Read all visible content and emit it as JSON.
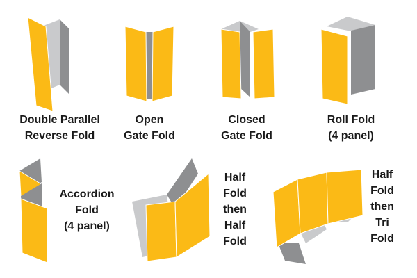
{
  "colors": {
    "panel_front": "#FBBA16",
    "panel_back": "#8E8F91",
    "panel_light": "#C9CACC",
    "panel_edge": "#FFFFFF",
    "label_text": "#1A1A1A"
  },
  "folds": [
    {
      "lines": [
        "Double Parallel",
        "Reverse Fold"
      ]
    },
    {
      "lines": [
        "Open",
        "Gate Fold"
      ]
    },
    {
      "lines": [
        "Closed",
        "Gate Fold"
      ]
    },
    {
      "lines": [
        "Roll Fold",
        "(4 panel)"
      ]
    },
    {
      "lines": [
        "Accordion",
        "Fold",
        "(4 panel)"
      ]
    },
    {
      "lines": [
        "Half",
        "Fold",
        "then",
        "Half",
        "Fold"
      ]
    },
    {
      "lines": [
        "Half",
        "Fold",
        "then",
        "Tri",
        "Fold"
      ]
    }
  ]
}
